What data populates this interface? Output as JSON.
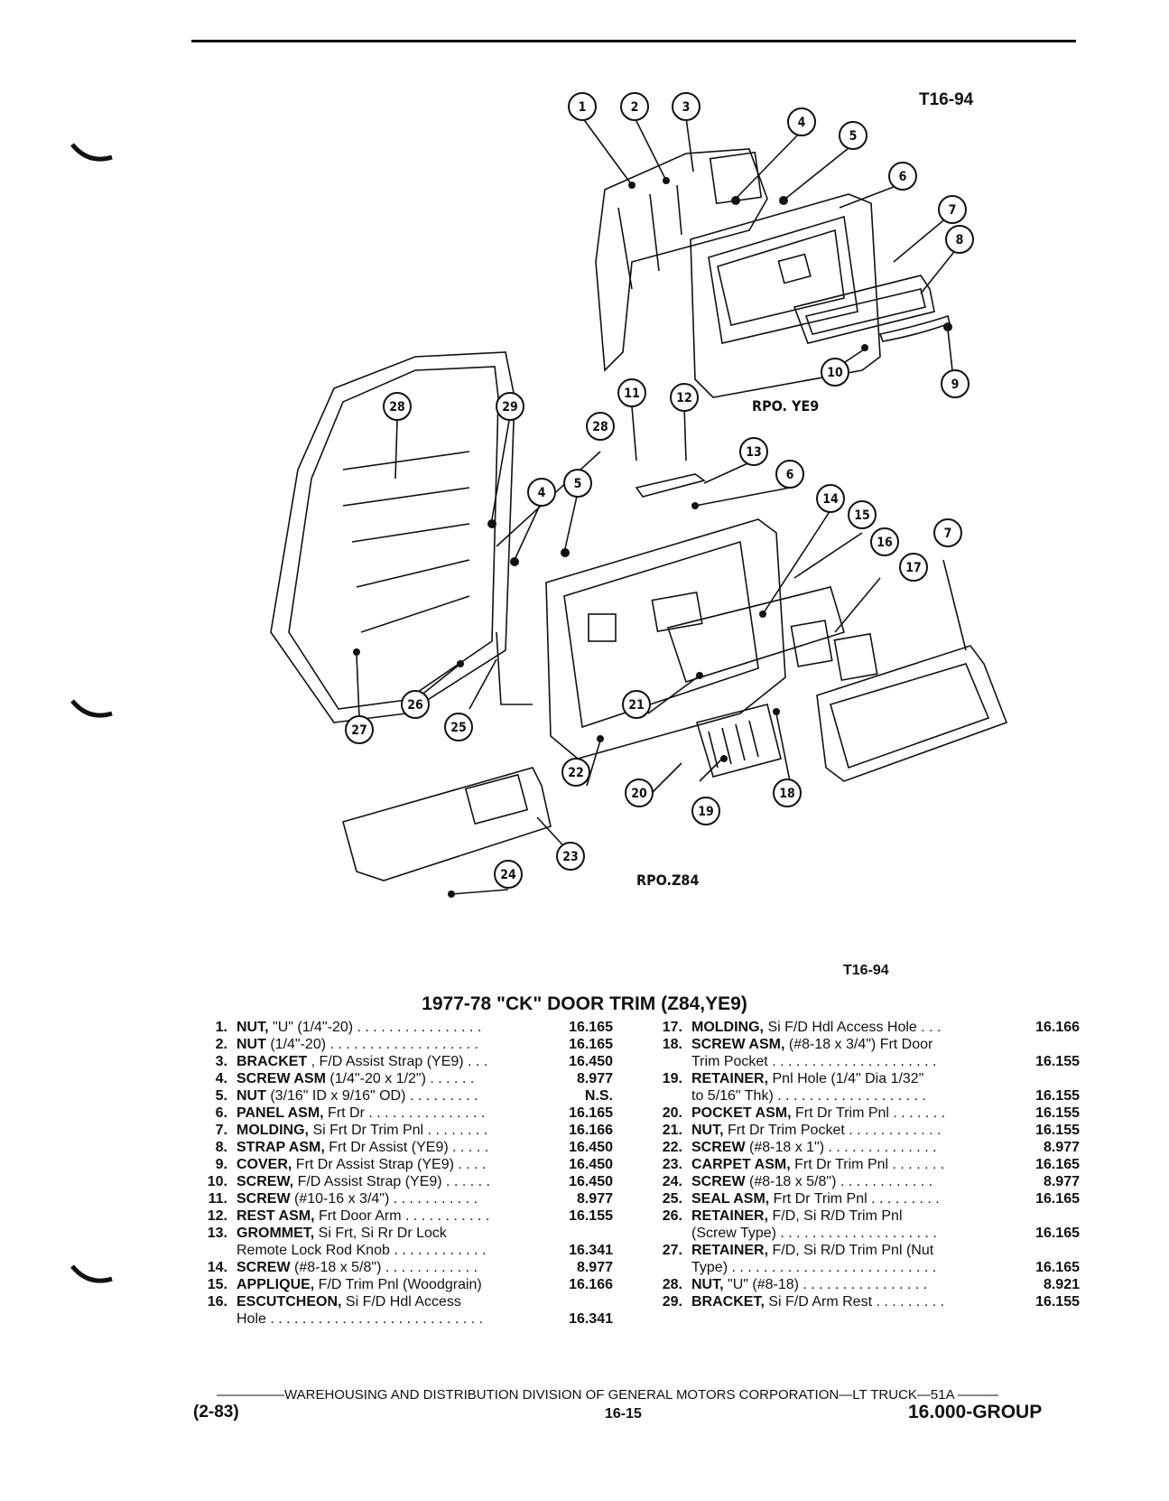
{
  "figure_code_top": "T16-94",
  "figure_code_bottom": "T16-94",
  "rpo_upper": "RPO. YE9",
  "rpo_lower": "RPO.Z84",
  "callouts": [
    "1",
    "2",
    "3",
    "4",
    "5",
    "6",
    "7",
    "8",
    "9",
    "10",
    "11",
    "12",
    "13",
    "6",
    "14",
    "15",
    "16",
    "17",
    "7",
    "28",
    "29",
    "28",
    "4",
    "5",
    "21",
    "18",
    "19",
    "20",
    "22",
    "25",
    "26",
    "27",
    "23",
    "24"
  ],
  "list_title": "1977-78 \"CK\" DOOR TRIM (Z84,YE9)",
  "left_items": [
    {
      "num": "1.",
      "name": "NUT,",
      "rest": " \"U\" (1/4\"-20) . . . . . . . . . . . . . . . .",
      "ref": "16.165"
    },
    {
      "num": "2.",
      "name": "NUT",
      "rest": " (1/4\"-20) . . . . . . . . . . . . . . . . . . .",
      "ref": "16.165"
    },
    {
      "num": "3.",
      "name": "BRACKET",
      "rest": " , F/D Assist Strap (YE9) . . .",
      "ref": "16.450"
    },
    {
      "num": "4.",
      "name": "SCREW ASM",
      "rest": " (1/4\"-20 x 1/2\") . . . . . .",
      "ref": "8.977"
    },
    {
      "num": "5.",
      "name": "NUT",
      "rest": " (3/16\" ID x 9/16\" OD) . . . . . . . . .",
      "ref": "N.S."
    },
    {
      "num": "6.",
      "name": "PANEL ASM,",
      "rest": " Frt Dr . . . . . . . . . . . . . . .",
      "ref": "16.165"
    },
    {
      "num": "7.",
      "name": "MOLDING,",
      "rest": " Si Frt Dr Trim Pnl . . . . . . . .",
      "ref": "16.166"
    },
    {
      "num": "8.",
      "name": "STRAP ASM,",
      "rest": " Frt Dr Assist (YE9) . . . . .",
      "ref": "16.450"
    },
    {
      "num": "9.",
      "name": "COVER,",
      "rest": " Frt Dr Assist Strap (YE9) . . . .",
      "ref": "16.450"
    },
    {
      "num": "10.",
      "name": "SCREW,",
      "rest": " F/D Assist Strap (YE9) . . . . . .",
      "ref": "16.450"
    },
    {
      "num": "11.",
      "name": "SCREW",
      "rest": " (#10-16 x 3/4\") . . . . . . . . . . .",
      "ref": "8.977"
    },
    {
      "num": "12.",
      "name": "REST ASM,",
      "rest": " Frt Door Arm . . . . . . . . . . .",
      "ref": "16.155"
    },
    {
      "num": "13.",
      "name": "GROMMET,",
      "rest": " Si Frt, Si Rr Dr Lock",
      "ref": ""
    },
    {
      "num": "",
      "name": "",
      "rest": "Remote Lock Rod Knob . . . . . . . . . . . .",
      "ref": "16.341"
    },
    {
      "num": "14.",
      "name": "SCREW",
      "rest": " (#8-18 x 5/8\") . . . . . . . . . . . .",
      "ref": "8.977"
    },
    {
      "num": "15.",
      "name": "APPLIQUE,",
      "rest": " F/D Trim Pnl (Woodgrain)",
      "ref": "16.166"
    },
    {
      "num": "16.",
      "name": "ESCUTCHEON,",
      "rest": " Si F/D Hdl Access",
      "ref": ""
    },
    {
      "num": "",
      "name": "",
      "rest": "Hole . . . . . . . . . . . . . . . . . . . . . . . . . . .",
      "ref": "16.341"
    }
  ],
  "right_items": [
    {
      "num": "17.",
      "name": "MOLDING,",
      "rest": " Si F/D Hdl Access Hole . . .",
      "ref": "16.166"
    },
    {
      "num": "18.",
      "name": "SCREW ASM,",
      "rest": " (#8-18 x 3/4\") Frt Door",
      "ref": ""
    },
    {
      "num": "",
      "name": "",
      "rest": "Trim Pocket . . . . . . . . . . . . . . . . . . . . .",
      "ref": "16.155"
    },
    {
      "num": "19.",
      "name": "RETAINER,",
      "rest": " Pnl Hole (1/4\" Dia 1/32\"",
      "ref": ""
    },
    {
      "num": "",
      "name": "",
      "rest": "to 5/16\" Thk) . . . . . . . . . . . . . . . . . . .",
      "ref": "16.155"
    },
    {
      "num": "20.",
      "name": "POCKET ASM,",
      "rest": " Frt Dr Trim Pnl . . . . . . .",
      "ref": "16.155"
    },
    {
      "num": "21.",
      "name": "NUT,",
      "rest": " Frt Dr Trim Pocket . . . . . . . . . . . .",
      "ref": "16.155"
    },
    {
      "num": "22.",
      "name": "SCREW",
      "rest": " (#8-18 x 1\") . . . . . . . . . . . . . .",
      "ref": "8.977"
    },
    {
      "num": "23.",
      "name": "CARPET ASM,",
      "rest": " Frt Dr Trim Pnl . . . . . . .",
      "ref": "16.165"
    },
    {
      "num": "24.",
      "name": "SCREW",
      "rest": " (#8-18 x 5/8\") . . . . . . . . . . . .",
      "ref": "8.977"
    },
    {
      "num": "25.",
      "name": "SEAL ASM,",
      "rest": " Frt Dr Trim Pnl . . . . . . . . .",
      "ref": "16.165"
    },
    {
      "num": "26.",
      "name": "RETAINER,",
      "rest": " F/D, Si R/D Trim Pnl",
      "ref": ""
    },
    {
      "num": "",
      "name": "",
      "rest": "(Screw Type) . . . . . . . . . . . . . . . . . . . .",
      "ref": "16.165"
    },
    {
      "num": "27.",
      "name": "RETAINER,",
      "rest": " F/D, Si R/D Trim Pnl (Nut",
      "ref": ""
    },
    {
      "num": "",
      "name": "",
      "rest": "Type) . . . . . . . . . . . . . . . . . . . . . . . . . .",
      "ref": "16.165"
    },
    {
      "num": "28.",
      "name": "NUT,",
      "rest": " \"U\" (#8-18) . . . . . . . . . . . . . . . .",
      "ref": "8.921"
    },
    {
      "num": "29.",
      "name": "BRACKET,",
      "rest": " Si F/D Arm Rest . . . . . . . . .",
      "ref": "16.155"
    }
  ],
  "footer": {
    "line": "—————WAREHOUSING AND DISTRIBUTION DIVISION OF GENERAL MOTORS CORPORATION—LT TRUCK—51A ———",
    "date": "(2-83)",
    "page": "16-15",
    "group": "16.000-GROUP"
  }
}
